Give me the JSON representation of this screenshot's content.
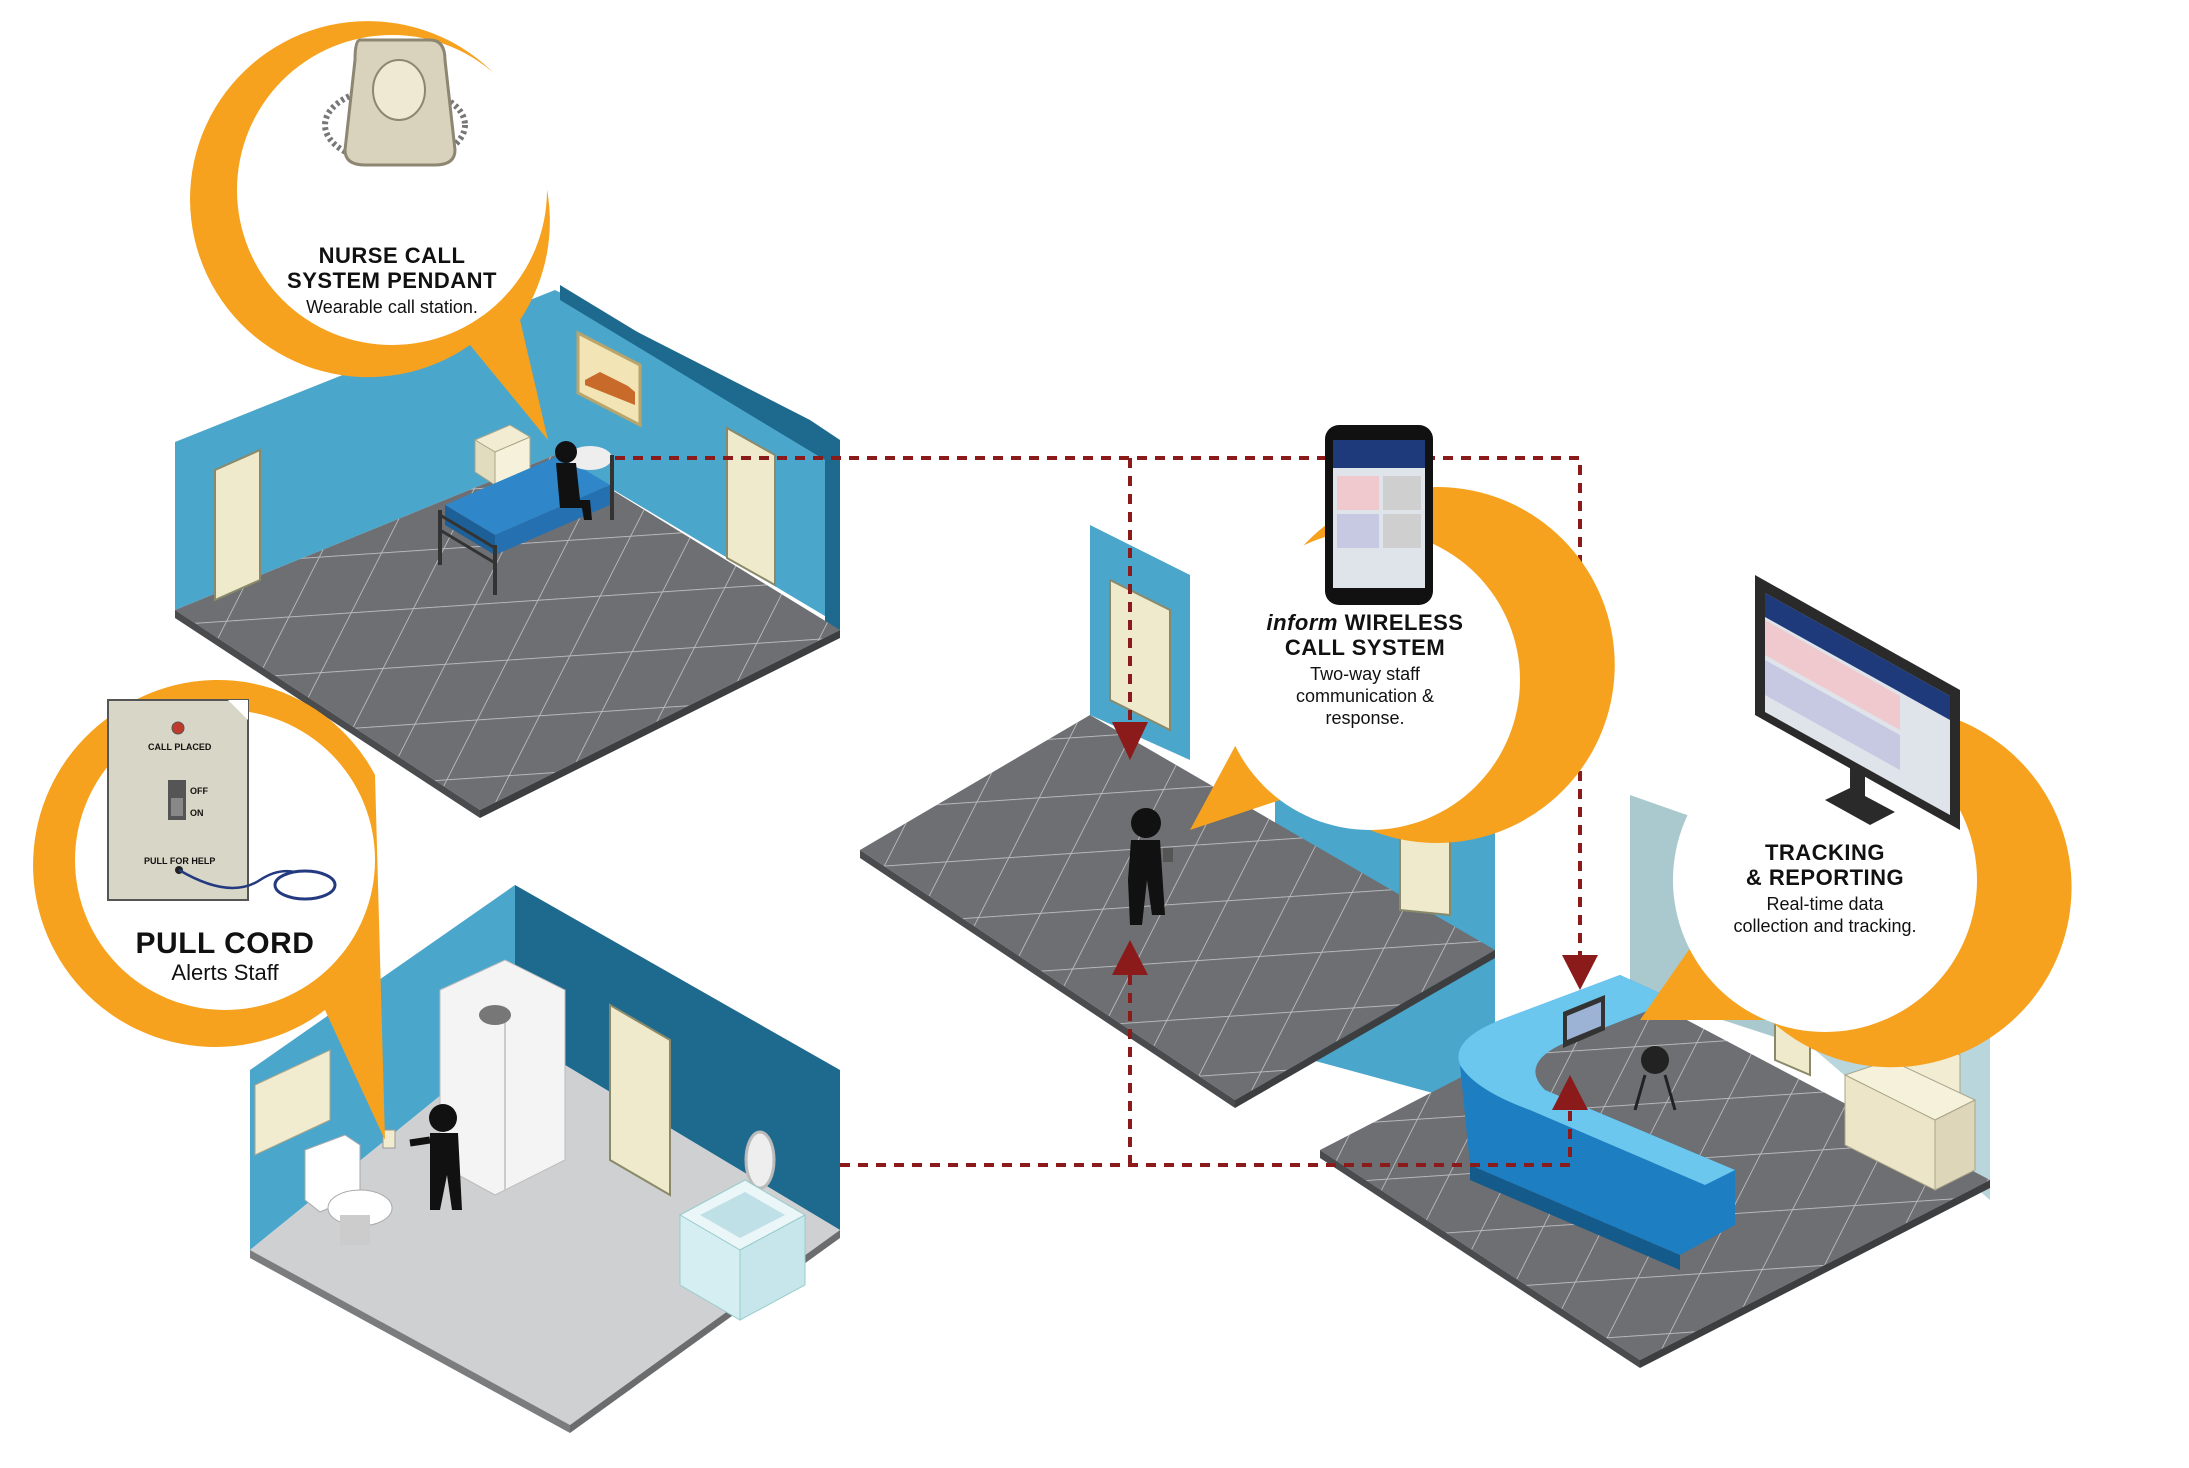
{
  "callouts": {
    "pendant": {
      "title_line1": "NURSE CALL",
      "title_line2": "SYSTEM PENDANT",
      "desc": "Wearable call station."
    },
    "wireless": {
      "title_em": "inform",
      "title_rest": " WIRELESS",
      "title_line2": "CALL SYSTEM",
      "desc_line1": "Two-way staff",
      "desc_line2": "communication &",
      "desc_line3": "response."
    },
    "tracking": {
      "title_line1": "TRACKING",
      "title_line2": "& REPORTING",
      "desc_line1": "Real-time data",
      "desc_line2": "collection and tracking."
    },
    "pullcord": {
      "title": "PULL CORD",
      "desc": "Alerts Staff"
    }
  },
  "pull_plate": {
    "call_placed": "CALL PLACED",
    "off": "OFF",
    "on": "ON",
    "pull_for_help": "PULL FOR HELP"
  },
  "colors": {
    "callout_orange": "#F6A21E",
    "wall_blue": "#1E6A8E",
    "wall_light_blue": "#4BA6CC",
    "floor_gray": "#6E6F72",
    "connector_red": "#8B1A1A"
  }
}
